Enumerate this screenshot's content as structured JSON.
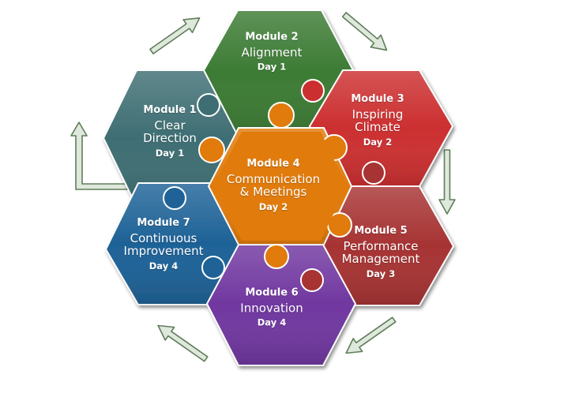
{
  "colors": {
    "module1": "#3e6e73",
    "module2": "#3c7b34",
    "module3": "#cc2f30",
    "module4": "#e07b0c",
    "module5": "#a73333",
    "module6": "#7037a0",
    "module7": "#1e6297",
    "arrow_fill": "#dfe8dc",
    "arrow_stroke": "#5f7d5a"
  },
  "modules": [
    {
      "id": "m1",
      "module": "Module 1",
      "title_lines": [
        "Clear",
        "Direction"
      ],
      "day": "Day 1"
    },
    {
      "id": "m2",
      "module": "Module 2",
      "title_lines": [
        "Alignment"
      ],
      "day": "Day 1"
    },
    {
      "id": "m3",
      "module": "Module 3",
      "title_lines": [
        "Inspiring",
        "Climate"
      ],
      "day": "Day 2"
    },
    {
      "id": "m4",
      "module": "Module 4",
      "title_lines": [
        "Communication",
        "& Meetings"
      ],
      "day": "Day 2"
    },
    {
      "id": "m5",
      "module": "Module 5",
      "title_lines": [
        "Performance",
        "Management"
      ],
      "day": "Day 3"
    },
    {
      "id": "m6",
      "module": "Module 6",
      "title_lines": [
        "Innovation"
      ],
      "day": "Day 4"
    },
    {
      "id": "m7",
      "module": "Module 7",
      "title_lines": [
        "Continuous",
        "Improvement"
      ],
      "day": "Day 4"
    }
  ],
  "cycle_arrows": [
    "arrow-top-left",
    "arrow-top-right",
    "arrow-right",
    "arrow-bottom-right",
    "arrow-bottom-left",
    "arrow-left"
  ]
}
